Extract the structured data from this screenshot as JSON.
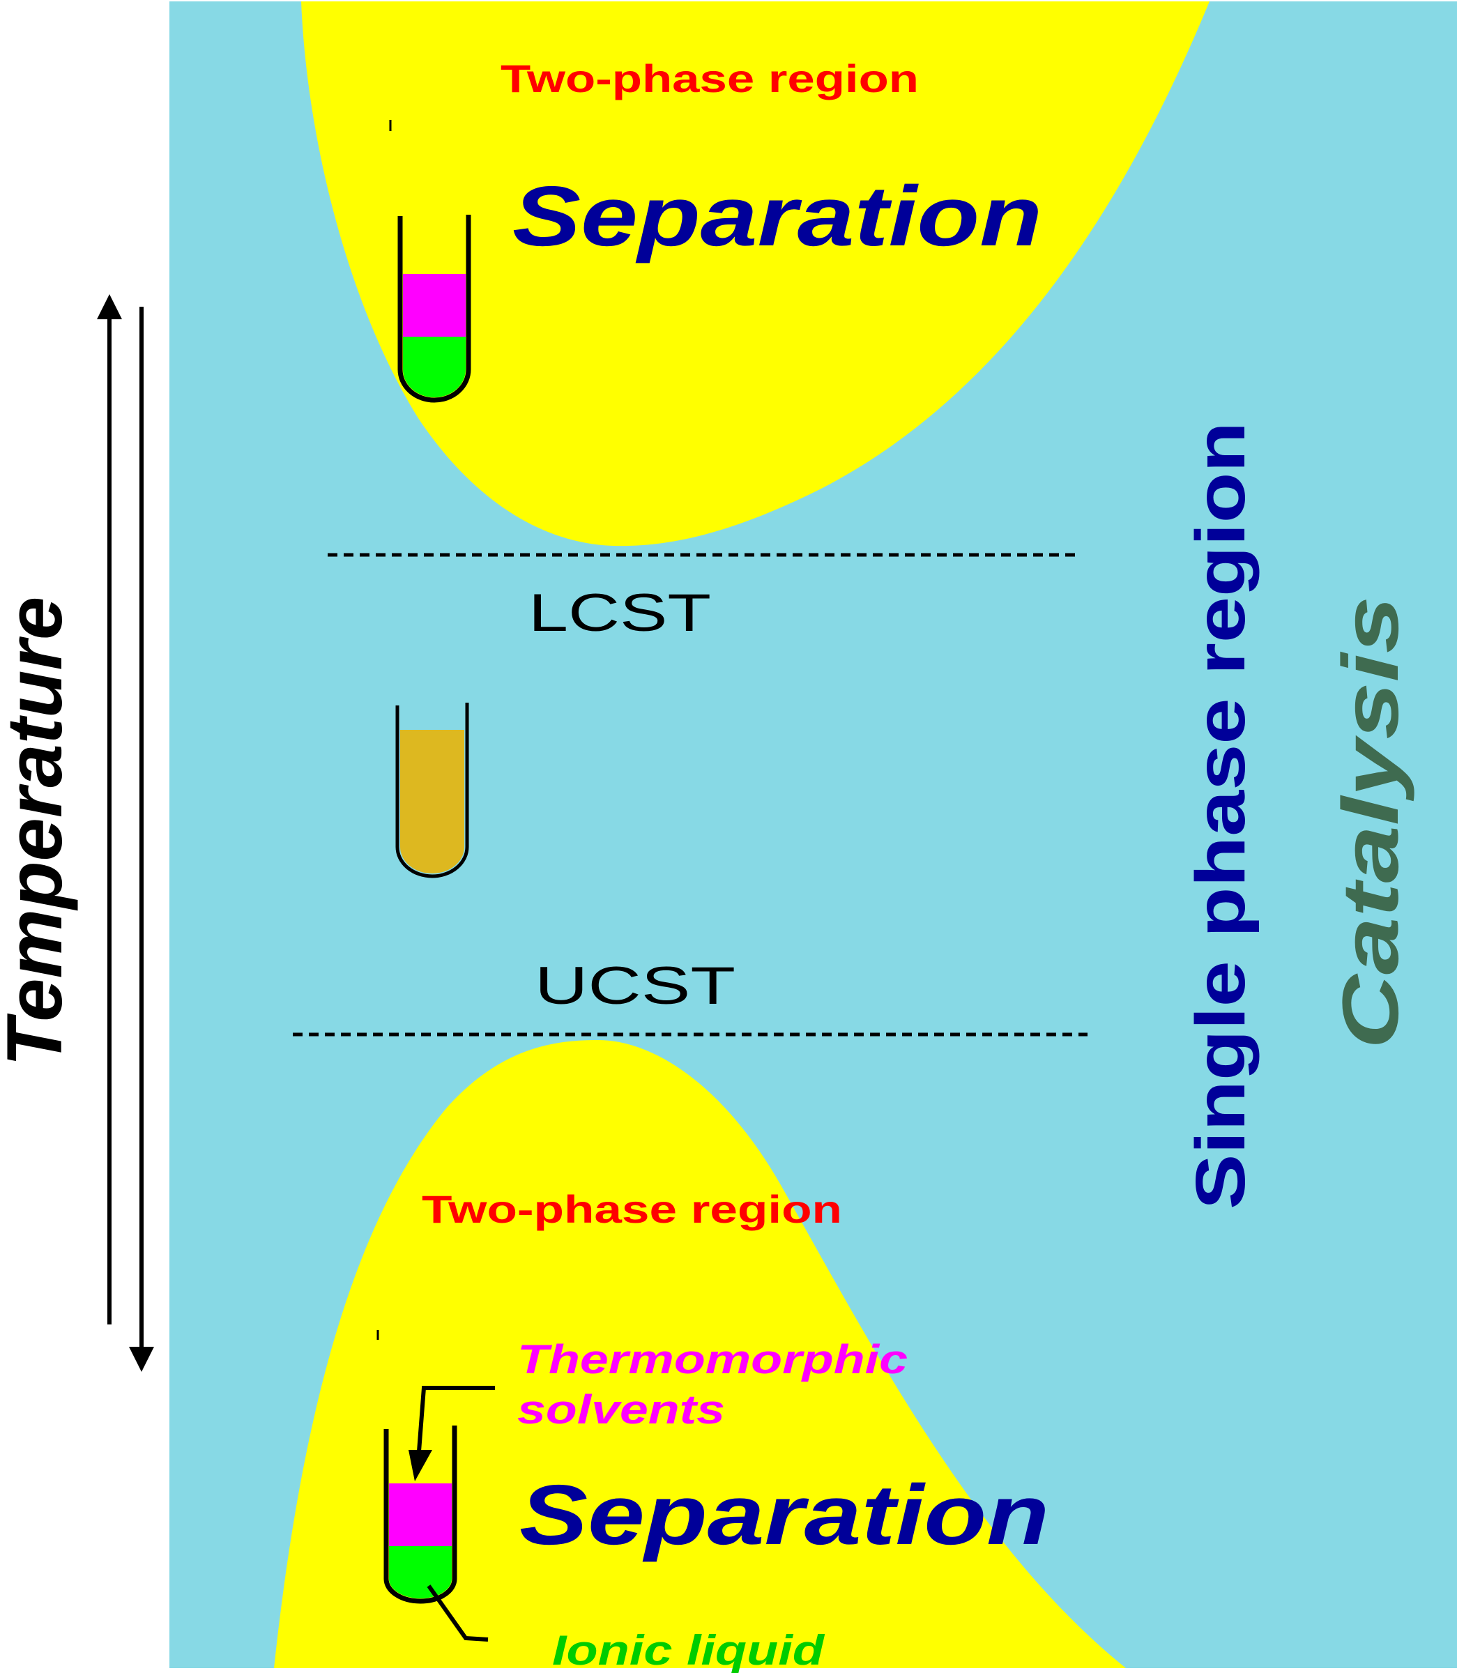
{
  "diagram": {
    "title_axis": "Temperature",
    "colors": {
      "single_phase_bg": "#87D9E5",
      "two_phase_fill": "#FFFF00",
      "two_phase_label": "#FF0000",
      "separation_label": "#000099",
      "single_phase_label": "#000099",
      "catalysis_label": "#3F6B50",
      "thermomorphic_label": "#FF00FF",
      "ionic_liquid_label": "#00CC00",
      "upper_phase": "#FF00FF",
      "lower_phase": "#00FF00",
      "homogeneous_phase": "#DDB820",
      "line": "#000000"
    },
    "regions": {
      "top": {
        "name": "Two-phase region",
        "process": "Separation"
      },
      "middle": {
        "name": "Single phase region",
        "process": "Catalysis"
      },
      "bottom": {
        "name": "Two-phase region",
        "process": "Separation"
      }
    },
    "boundaries": {
      "upper": "LCST",
      "lower": "UCST"
    },
    "annotations": {
      "thermomorphic": "Thermomorphic solvents",
      "thermomorphic_line1": "Thermomorphic",
      "thermomorphic_line2": "solvents",
      "ionic_liquid": "Ionic liquid"
    },
    "test_tubes": [
      {
        "position": "top",
        "state": "two-phase",
        "layers": [
          "upper-phase",
          "lower-phase"
        ]
      },
      {
        "position": "middle",
        "state": "homogeneous",
        "layers": [
          "single-phase"
        ]
      },
      {
        "position": "bottom",
        "state": "two-phase",
        "layers": [
          "upper-phase",
          "lower-phase"
        ]
      }
    ],
    "arrows": [
      {
        "direction": "up",
        "meaning": "increasing temperature"
      },
      {
        "direction": "down",
        "meaning": "decreasing temperature"
      }
    ]
  }
}
